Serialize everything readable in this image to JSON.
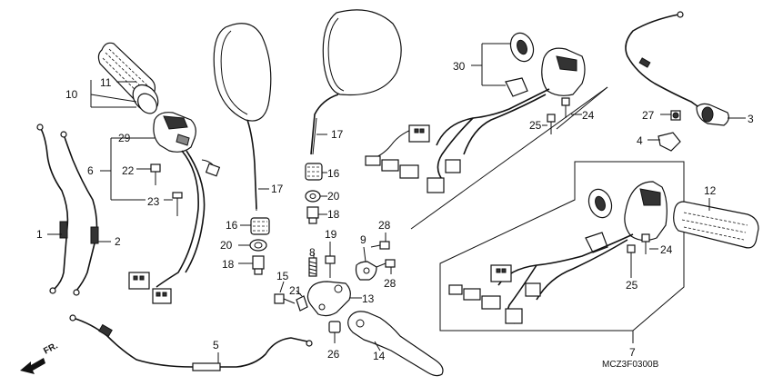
{
  "diagram": {
    "figure_code": "MCZ3F0300B",
    "direction_label": "FR.",
    "callouts": {
      "c1": "1",
      "c2": "2",
      "c3": "3",
      "c4": "4",
      "c5": "5",
      "c6": "6",
      "c7": "7",
      "c8": "8",
      "c9": "9",
      "c10": "10",
      "c11": "11",
      "c12": "12",
      "c13": "13",
      "c14": "14",
      "c15": "15",
      "c16a": "16",
      "c16b": "16",
      "c17a": "17",
      "c17b": "17",
      "c18a": "18",
      "c18b": "18",
      "c19": "19",
      "c20a": "20",
      "c20b": "20",
      "c21": "21",
      "c22": "22",
      "c23": "23",
      "c24a": "24",
      "c24b": "24",
      "c25a": "25",
      "c25b": "25",
      "c26": "26",
      "c27": "27",
      "c28a": "28",
      "c28b": "28",
      "c29": "29",
      "c30": "30"
    }
  }
}
